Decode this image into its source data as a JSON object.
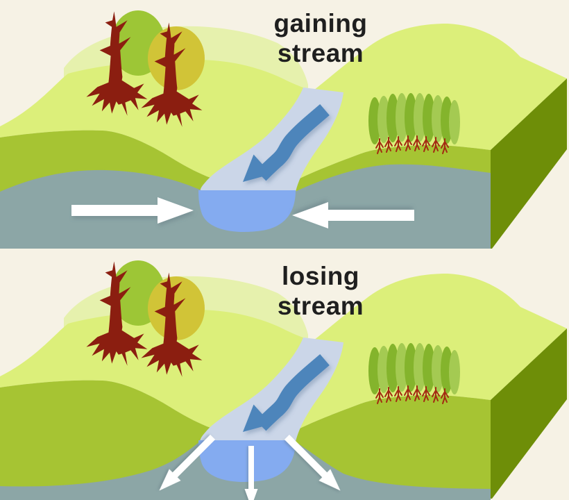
{
  "panels": {
    "gaining": {
      "title": "gaining\nstream",
      "groundwater_flow": "toward-stream"
    },
    "losing": {
      "title": "losing\nstream",
      "groundwater_flow": "away-from-stream"
    }
  },
  "icons": {
    "flow_arrow": "stream-flow-arrow",
    "groundwater_arrow": "groundwater-flow-arrow",
    "tree": "tree-with-roots",
    "bush": "bush-row-with-roots"
  },
  "colors": {
    "background": "#f6f2e5",
    "hill_back": "#e6f1ad",
    "hill_top": "#dcef7a",
    "soil_unsaturated": "#a6c433",
    "block_side": "#6e8e08",
    "groundwater_zone": "#8ca6a6",
    "stream_channel": "#cbd6e8",
    "stream_water": "#84abf0",
    "flow_arrow": "#4d85bb",
    "groundwater_arrow": "#ffffff",
    "tree_trunk": "#8b1e10",
    "tree_canopy_green": "#9dc636",
    "tree_canopy_yellow": "#d1c437",
    "bush_dark": "#84b42c",
    "bush_light": "#a4ca52",
    "bush_roots": "#a32b12",
    "title_text": "#1f1f1f"
  }
}
